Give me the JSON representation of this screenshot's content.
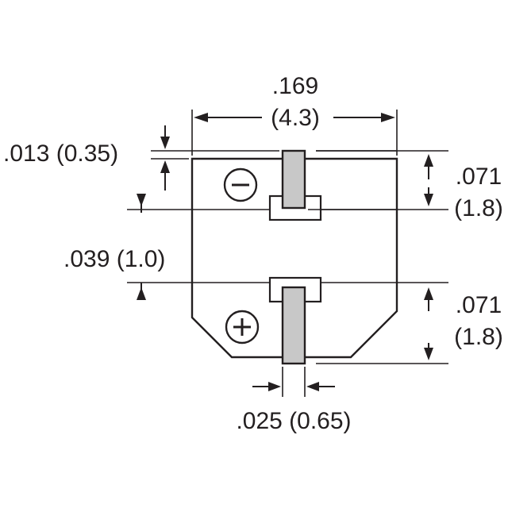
{
  "dimensions": {
    "width": {
      "inch": ".169",
      "mm": "(4.3)"
    },
    "lead_thickness": {
      "label": ".013 (0.35)"
    },
    "pad_height_top": {
      "inch": ".071",
      "mm": "(1.8)"
    },
    "gap": {
      "label": ".039 (1.0)"
    },
    "pad_height_bottom": {
      "inch": ".071",
      "mm": "(1.8)"
    },
    "lead_width": {
      "label": ".025 (0.65)"
    }
  },
  "polarity": {
    "negative": "minus-icon",
    "positive": "plus-icon"
  },
  "colors": {
    "ink": "#231f20",
    "lead_fill": "#c8c8c8"
  }
}
